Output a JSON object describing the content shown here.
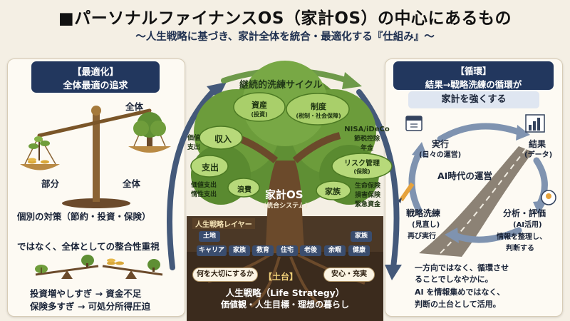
{
  "title": "■パーソナルファイナンスOS（家計OS）の中心にあるもの",
  "subtitle": "〜人生戦略に基づき、家計全体を統合・最適化する『仕組み』〜",
  "left_panel": {
    "header_line1": "【最適化】",
    "header_line2": "全体最適の追求",
    "scale_label_whole_top": "全体",
    "scale_label_part": "部分",
    "scale_label_whole": "全体",
    "line1": "個別の対策（節約・投資・保険）",
    "line2": "ではなく、全体としての整合性重視",
    "bottom_line1": "投資増やしすぎ → 資金不足",
    "bottom_line2": "保険多すぎ → 可処分所得圧迫"
  },
  "center": {
    "cycle_arc_label": "継続的洗練サイクル",
    "leaves": {
      "assets": "資産",
      "assets_sub": "(投資)",
      "system": "制度",
      "system_sub": "(税制・社会保障)",
      "income": "収入",
      "expense": "支出",
      "waste": "浪費",
      "nisa": "NISA/iDeCo",
      "nisa_sub1": "節税控除",
      "nisa_sub2": "年金",
      "risk": "リスク管理",
      "risk_sub": "(保険)",
      "family": "家族",
      "family_sub1": "生命保険",
      "family_sub2": "損害保険",
      "family_sub3": "緊急資金",
      "value_exp1": "価値",
      "value_exp2": "支出",
      "fixed1": "価値支出",
      "fixed2": "惰性支出"
    },
    "trunk_title": "家計OS",
    "trunk_sub": "(統合システム)",
    "layer_label": "人生戦略レイヤー",
    "chips": {
      "land": "土地",
      "family_chip": "家族",
      "career": "キャリア",
      "family2": "家族",
      "education": "教育",
      "housing": "住宅",
      "old_age": "老後",
      "leisure": "余暇",
      "health": "健康"
    },
    "pill_left": "何を大切にするか",
    "pill_right": "安心・充実",
    "foundation_tag": "【土台】",
    "foundation_line1": "人生戦略（Life Strategy）",
    "foundation_line2": "価値観・人生目標・理想の暮らし"
  },
  "right_panel": {
    "header_line1": "【循環】",
    "header_line2": "結果→戦略洗練の循環が",
    "sub_header": "家計を強くする",
    "execute": "実行",
    "execute_sub": "(日々の運営)",
    "result": "結果",
    "result_sub": "(データ)",
    "center_label": "AI時代の運営",
    "refine": "戦略洗練",
    "refine_sub": "(見直し)",
    "reexecute": "再び実行",
    "analyze": "分析・評価",
    "analyze_sub": "(AI活用)",
    "analyze_desc1": "情報を整理し、",
    "analyze_desc2": "判断する",
    "bottom_line1": "一方向ではなく、循環させ",
    "bottom_line2": "ることでしなやかに。",
    "bottom_line3": "AI を情報集めではなく、",
    "bottom_line4": "判断の土台として活用。"
  },
  "colors": {
    "navy": "#22375e",
    "leaf_green": "#7fae43",
    "trunk_brown": "#6b4a2b",
    "soil": "#3b2b1d",
    "arrow_blue": "#44597a",
    "arrow_green": "#6e9a4a"
  }
}
